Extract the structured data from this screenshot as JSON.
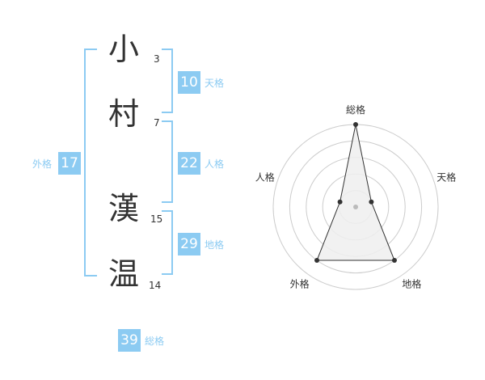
{
  "name": {
    "chars": [
      {
        "kanji": "小",
        "strokes": "3"
      },
      {
        "kanji": "村",
        "strokes": "7"
      },
      {
        "kanji": "漢",
        "strokes": "15"
      },
      {
        "kanji": "温",
        "strokes": "14"
      }
    ]
  },
  "scores": {
    "tenkaku": {
      "value": "10",
      "label": "天格"
    },
    "jinkaku": {
      "value": "22",
      "label": "人格"
    },
    "chikaku": {
      "value": "29",
      "label": "地格"
    },
    "gaikaku": {
      "value": "17",
      "label": "外格"
    },
    "soukaku": {
      "value": "39",
      "label": "総格"
    }
  },
  "chart_data": {
    "type": "radar",
    "axes": [
      "総格",
      "天格",
      "地格",
      "外格",
      "人格"
    ],
    "values": [
      5,
      1,
      4,
      4,
      1
    ],
    "max": 5,
    "rings": 5,
    "colors": {
      "fill": "#eeeeee",
      "line": "#333333",
      "ring": "#cccccc",
      "center": "#bbbbbb"
    }
  }
}
